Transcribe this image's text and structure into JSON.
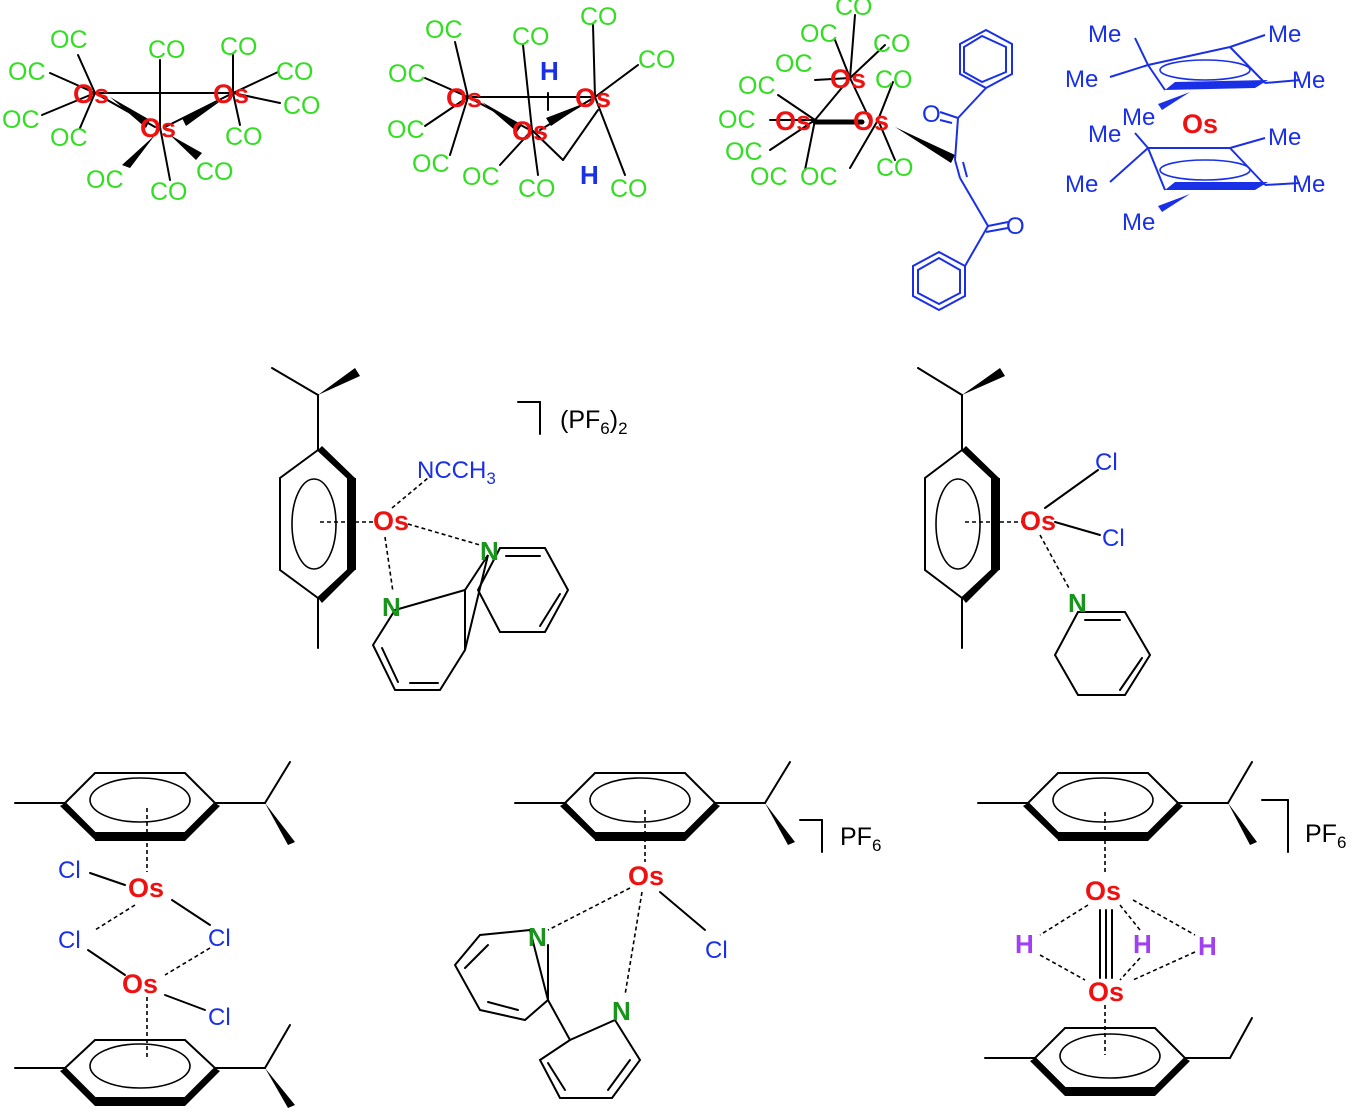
{
  "colors": {
    "osmium": "#ee1111",
    "carbonyl": "#33dd22",
    "ligand": "#1a30e6",
    "nitrogen": "#17961b",
    "hydride_blue": "#1a30e6",
    "hydride_purple": "#a040f0",
    "bond": "#000000"
  },
  "labels": {
    "os": "Os",
    "oc": "OC",
    "co": "CO",
    "h": "H",
    "me": "Me",
    "o": "O",
    "n": "N",
    "cl": "Cl",
    "ncch": "NCCH",
    "sub3": "3",
    "pf": "PF",
    "sub6": "6",
    "pf_paren_open": "(PF",
    "pf_paren_close": ")",
    "sub2": "2"
  },
  "structures": [
    {
      "id": "os3-co12"
    },
    {
      "id": "h2-os3-co10"
    },
    {
      "id": "os3-co11-dibenzoylethylene"
    },
    {
      "id": "decamethylosmocene"
    },
    {
      "id": "cymene-os-acetonitrile-bipyridine",
      "counterion": "(PF6)2"
    },
    {
      "id": "cymene-os-dichloro-pyridine"
    },
    {
      "id": "cymene-os-chloride-dimer"
    },
    {
      "id": "cymene-os-bipyridine-chloride",
      "counterion": "PF6"
    },
    {
      "id": "arene-os2-trihydride",
      "counterion": "PF6"
    }
  ]
}
